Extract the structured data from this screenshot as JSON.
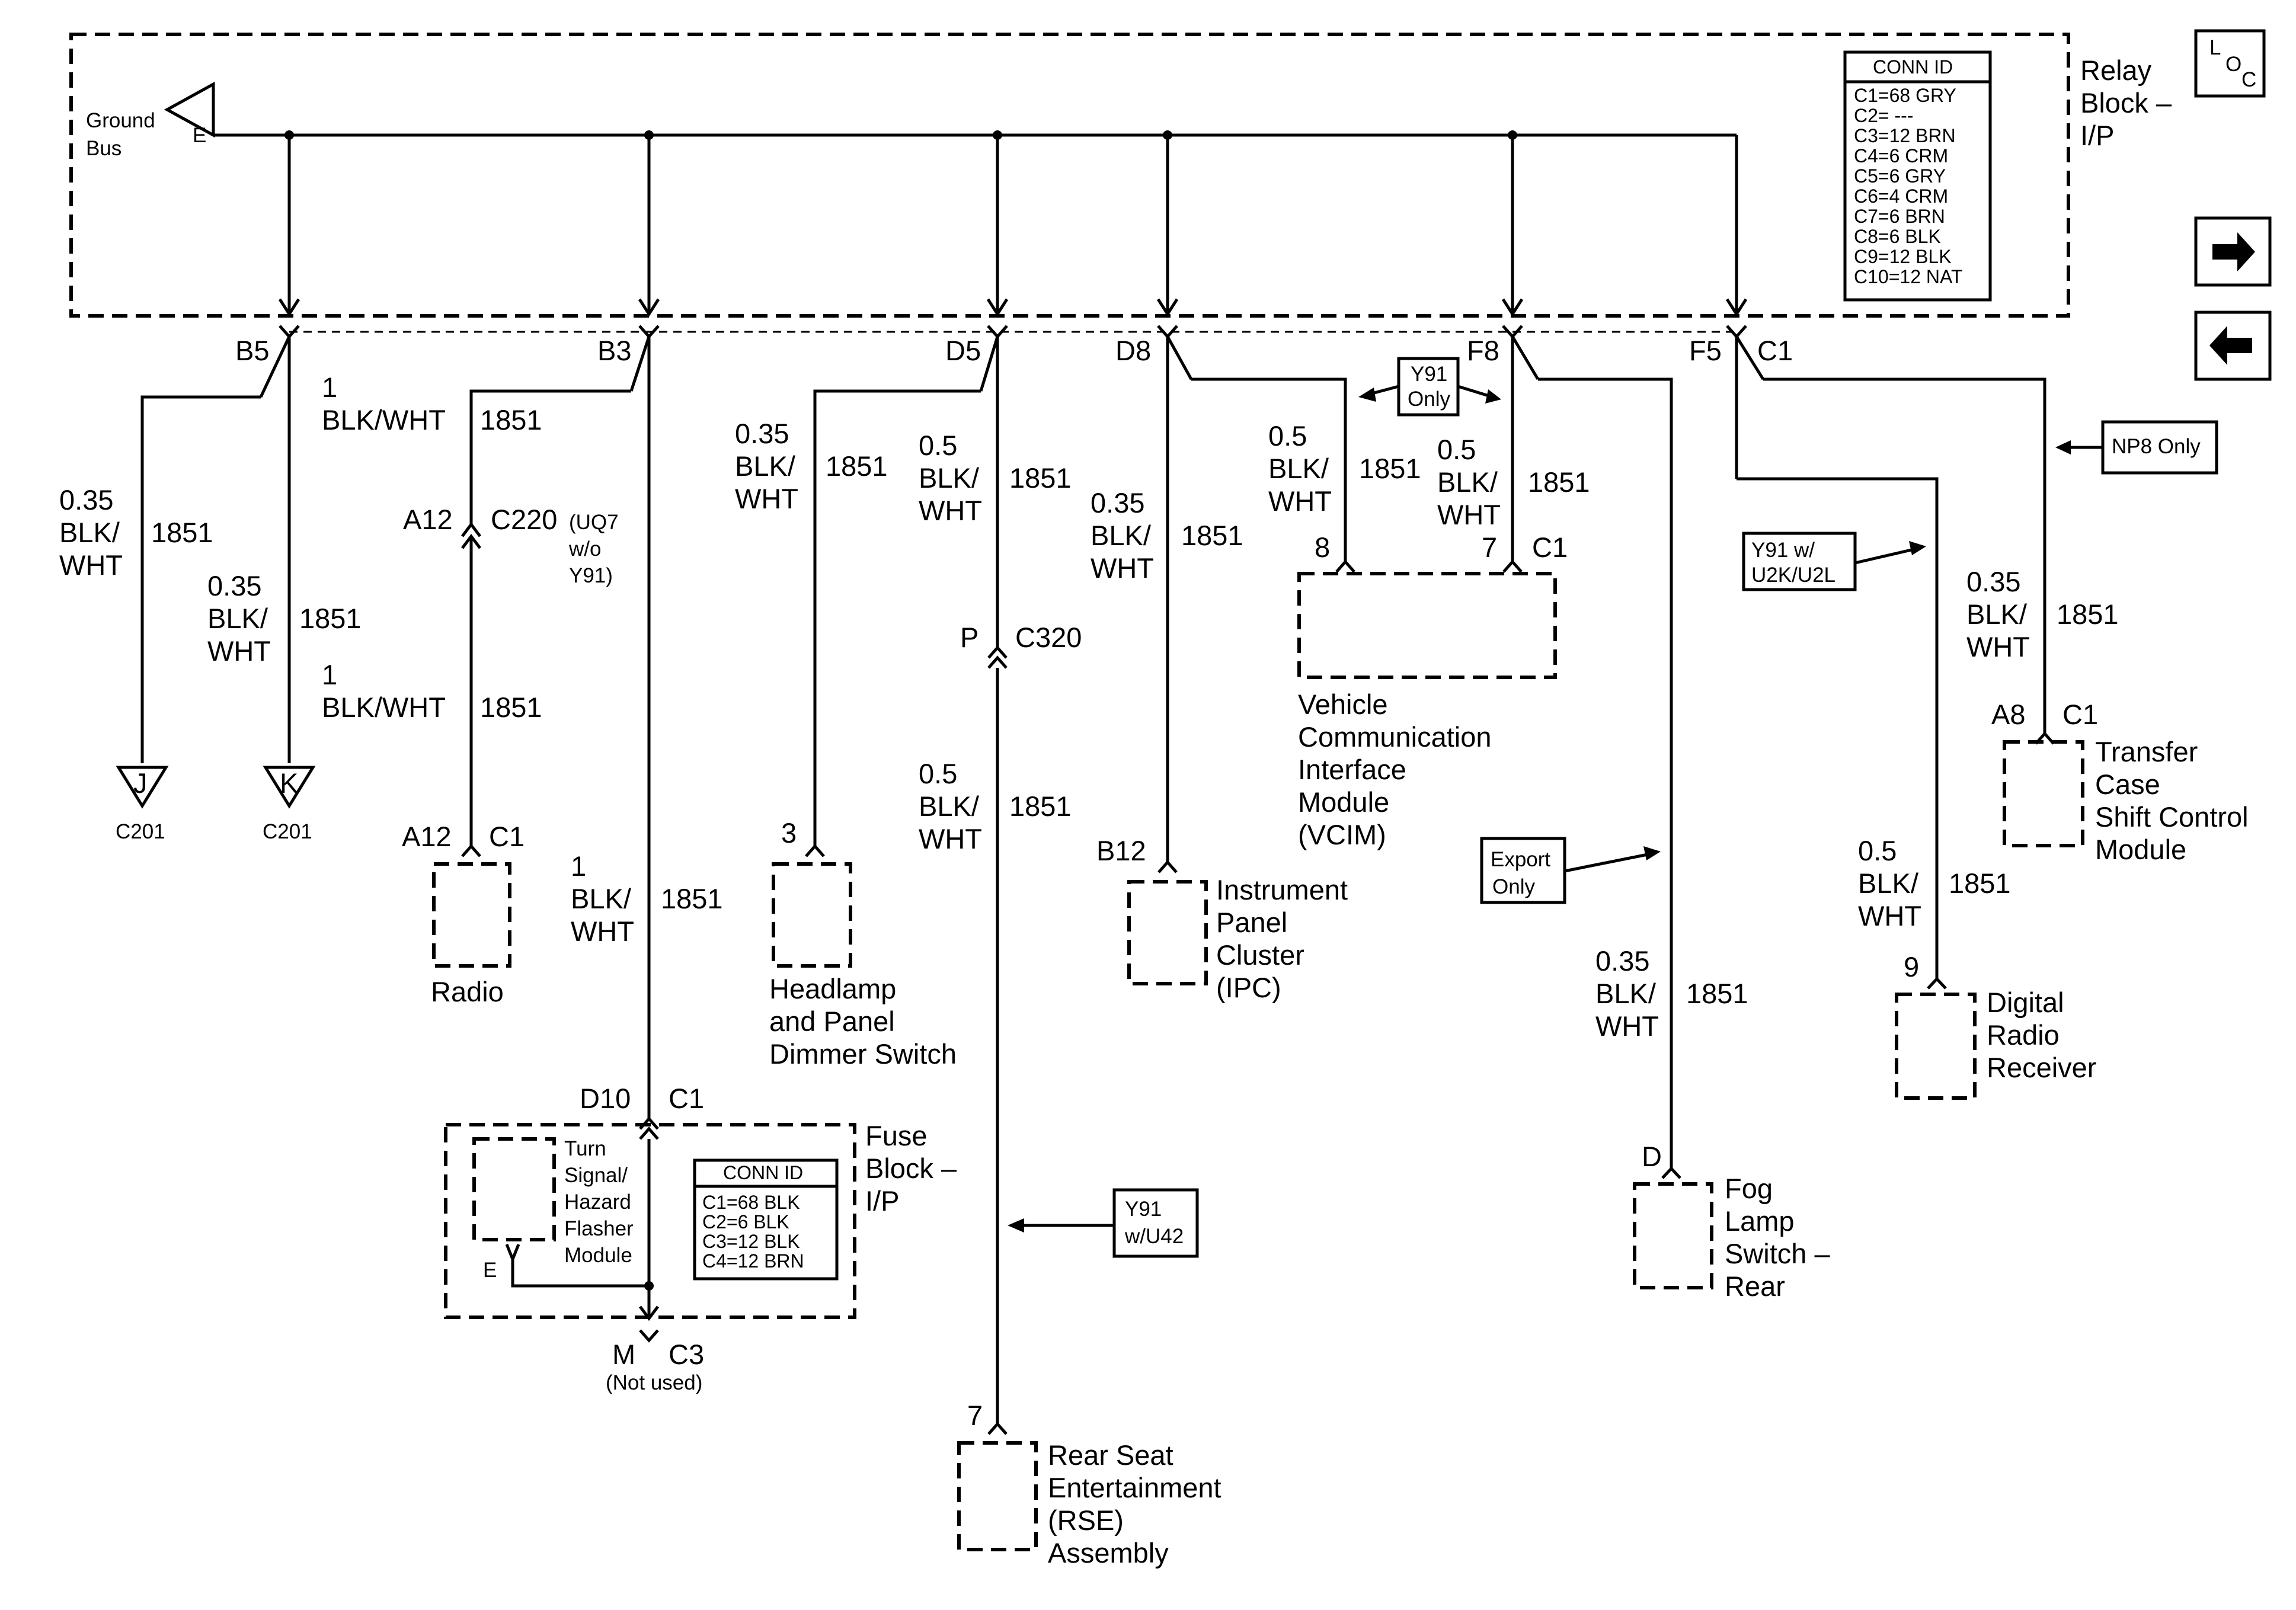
{
  "relay_block": {
    "label_lines": [
      "Relay",
      "Block –",
      "I/P"
    ]
  },
  "ground_bus": {
    "label_lines": [
      "Ground",
      "Bus"
    ],
    "letter": "E"
  },
  "relay_conn": {
    "header": "CONN ID",
    "rows": [
      "C1=68 GRY",
      "C2= ---",
      "C3=12 BRN",
      "C4=6 CRM",
      "C5=6 GRY",
      "C6=4 CRM",
      "C7=6 BRN",
      "C8=6 BLK",
      "C9=12 BLK",
      "C10=12 NAT"
    ]
  },
  "loc": {
    "l": "L",
    "o": "O",
    "c": "C"
  },
  "pins": {
    "b5": "B5",
    "b3": "B3",
    "d5": "D5",
    "d8": "D8",
    "f8": "F8",
    "f5": "F5",
    "c1_top": "C1"
  },
  "wires": {
    "w035": "0.35",
    "w05": "0.5",
    "w1": "1",
    "color_split": "BLK/",
    "color_end": "WHT",
    "color_full": "BLK/WHT",
    "circuit": "1851"
  },
  "c220": {
    "pin": "A12",
    "name": "C220",
    "note_lines": [
      "(UQ7",
      "w/o",
      "Y91)"
    ]
  },
  "c201": {
    "j": "J",
    "k": "K",
    "name": "C201"
  },
  "radio": {
    "pin": "A12",
    "conn": "C1",
    "name": "Radio"
  },
  "headlamp": {
    "pin": "3",
    "name_lines": [
      "Headlamp",
      "and Panel",
      "Dimmer Switch"
    ]
  },
  "c320": {
    "pin": "P",
    "name": "C320"
  },
  "rse": {
    "pin": "7",
    "name_lines": [
      "Rear Seat",
      "Entertainment",
      "(RSE)",
      "Assembly"
    ]
  },
  "ipc": {
    "pin": "B12",
    "name_lines": [
      "Instrument",
      "Panel",
      "Cluster",
      "(IPC)"
    ]
  },
  "vcim": {
    "pin8": "8",
    "pin7": "7",
    "conn": "C1",
    "name_lines": [
      "Vehicle",
      "Communication",
      "Interface",
      "Module",
      "(VCIM)"
    ]
  },
  "y91_only": {
    "lines": [
      "Y91",
      "Only"
    ]
  },
  "export_only": {
    "lines": [
      "Export",
      "Only"
    ]
  },
  "y91_u2k": {
    "lines": [
      "Y91 w/",
      "U2K/U2L"
    ]
  },
  "np8_only": {
    "text": "NP8 Only"
  },
  "y91_u42": {
    "lines": [
      "Y91",
      "w/U42"
    ]
  },
  "fuse_block": {
    "pin": "D10",
    "conn": "C1",
    "label_lines": [
      "Fuse",
      "Block –",
      "I/P"
    ],
    "flasher_lines": [
      "Turn",
      "Signal/",
      "Hazard",
      "Flasher",
      "Module"
    ],
    "flasher_pin": "E",
    "bottom_pin": "M",
    "bottom_conn": "C3",
    "bottom_note": "(Not used)",
    "conn_header": "CONN ID",
    "conn_rows": [
      "C1=68 BLK",
      "C2=6 BLK",
      "C3=12 BLK",
      "C4=12 BRN"
    ]
  },
  "fog": {
    "pin": "D",
    "name_lines": [
      "Fog",
      "Lamp",
      "Switch –",
      "Rear"
    ]
  },
  "drr": {
    "pin": "9",
    "name_lines": [
      "Digital",
      "Radio",
      "Receiver"
    ]
  },
  "tcsc": {
    "pin": "A8",
    "conn": "C1",
    "name_lines": [
      "Transfer",
      "Case",
      "Shift Control",
      "Module"
    ]
  }
}
